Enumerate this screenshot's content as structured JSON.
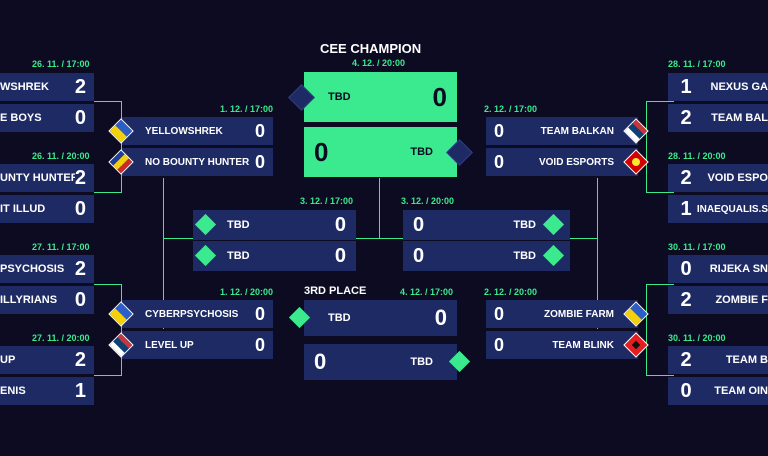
{
  "titles": {
    "champion": "CEE CHAMPION",
    "third_place": "3RD PLACE"
  },
  "dates": {
    "final": "4. 12. / 20:00",
    "third": "4. 12. / 17:00",
    "sf_left": "3. 12. / 17:00",
    "sf_right": "3. 12. / 20:00",
    "qf_l1": "1. 12. / 17:00",
    "qf_l2": "1. 12. / 20:00",
    "qf_r1": "2. 12. / 17:00",
    "qf_r2": "2. 12. / 20:00",
    "r1_l1": "26. 11. / 17:00",
    "r1_l2": "26. 11. / 20:00",
    "r1_l3": "27. 11. / 17:00",
    "r1_l4": "27. 11. / 20:00",
    "r1_r1": "28. 11. / 17:00",
    "r1_r2": "28. 11. / 20:00",
    "r1_r3": "30. 11. / 17:00",
    "r1_r4": "30. 11. / 20:00"
  },
  "final": {
    "team1": "TBD",
    "score1": "0",
    "team2": "TBD",
    "score2": "0"
  },
  "third": {
    "team1": "TBD",
    "score1": "0",
    "team2": "TBD",
    "score2": "0"
  },
  "sf_left": {
    "team1": "TBD",
    "score1": "0",
    "team2": "TBD",
    "score2": "0"
  },
  "sf_right": {
    "team1": "TBD",
    "score1": "0",
    "team2": "TBD",
    "score2": "0"
  },
  "qf_l1": {
    "team1": "YELLOWSHREK",
    "score1": "0",
    "team2": "NO BOUNTY HUNTER",
    "score2": "0"
  },
  "qf_l2": {
    "team1": "CYBERPSYCHOSIS",
    "score1": "0",
    "team2": "LEVEL UP",
    "score2": "0"
  },
  "qf_r1": {
    "team1": "TEAM BALKAN",
    "score1": "0",
    "team2": "VOID ESPORTS",
    "score2": "0"
  },
  "qf_r2": {
    "team1": "ZOMBIE FARM",
    "score1": "0",
    "team2": "TEAM BLINK",
    "score2": "0"
  },
  "r1_l1": {
    "team1": "WSHREK",
    "score1": "2",
    "team2": "E BOYS",
    "score2": "0"
  },
  "r1_l2": {
    "team1": "UNTY HUNTER",
    "score1": "2",
    "team2": "IT ILLUD",
    "score2": "0"
  },
  "r1_l3": {
    "team1": "PSYCHOSIS",
    "score1": "2",
    "team2": "ILLYRIANS",
    "score2": "0"
  },
  "r1_l4": {
    "team1": "UP",
    "score1": "2",
    "team2": "ENIS",
    "score2": "1"
  },
  "r1_r1": {
    "team1": "NEXUS GA",
    "score1": "1",
    "team2": "TEAM BAL",
    "score2": "2"
  },
  "r1_r2": {
    "team1": "VOID ESPO",
    "score1": "2",
    "team2": "INAEQUALIS.S",
    "score2": "1"
  },
  "r1_r3": {
    "team1": "RIJEKA SN",
    "score1": "0",
    "team2": "ZOMBIE F",
    "score2": "2"
  },
  "r1_r4": {
    "team1": "TEAM B",
    "score1": "2",
    "team2": "TEAM OIN",
    "score2": "0"
  },
  "colors": {
    "accent": "#3bea8e",
    "row": "#1d2a64",
    "background": "#0c0b22"
  }
}
